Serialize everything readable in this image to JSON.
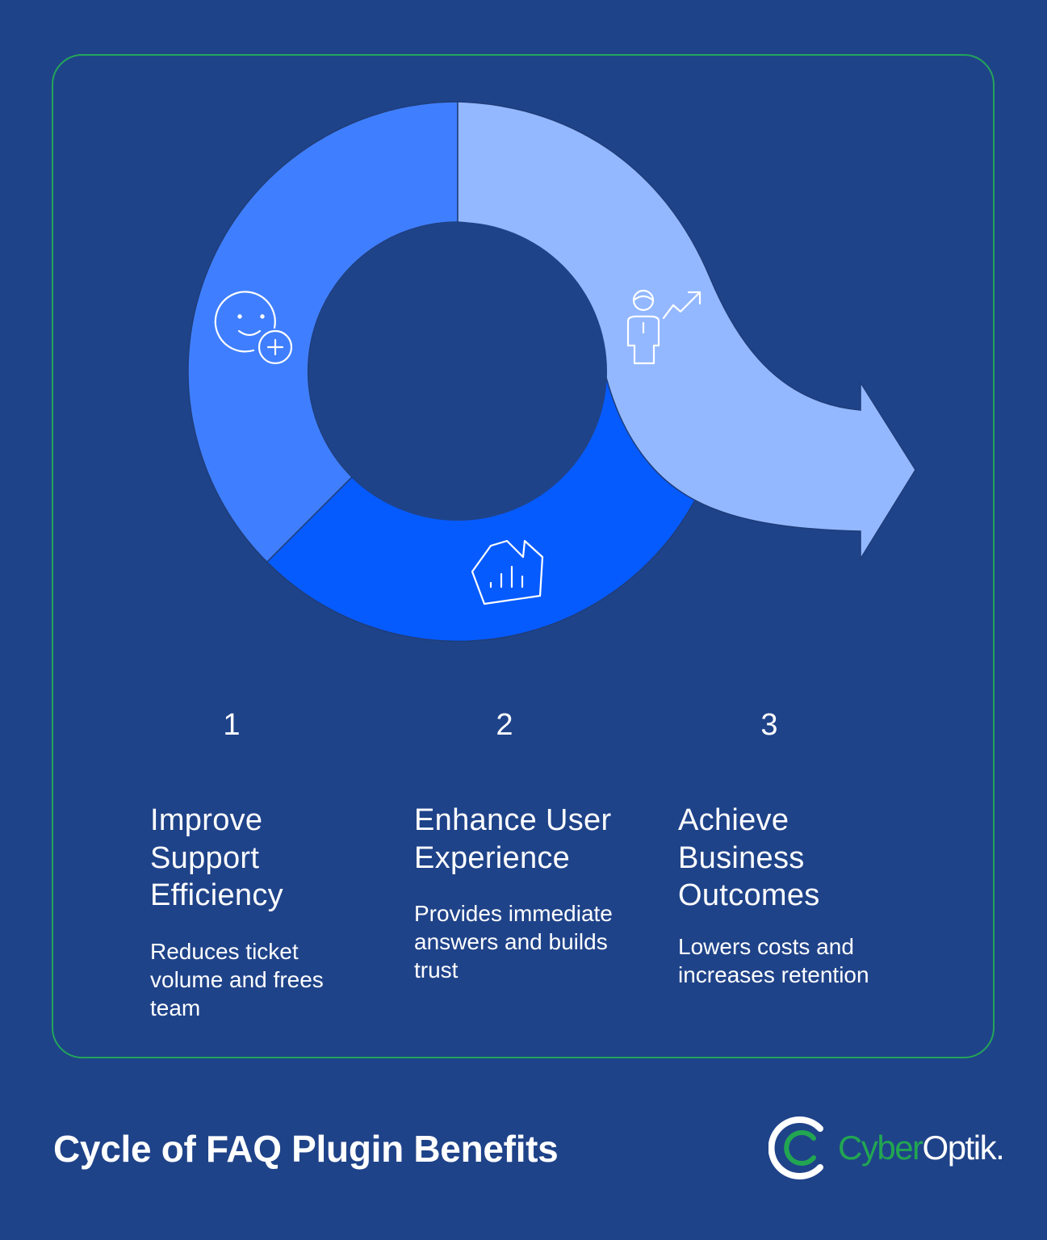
{
  "diagram": {
    "type": "cycle",
    "segments": [
      {
        "icon": "smiley-plus-icon",
        "color": "#3f7fff"
      },
      {
        "icon": "chart-shield-icon",
        "color": "#065bff"
      },
      {
        "icon": "person-growth-icon",
        "color": "#93b8ff"
      }
    ]
  },
  "steps": [
    {
      "number": "1",
      "title_lines": [
        "Improve",
        "Support",
        "Efficiency"
      ],
      "desc_lines": [
        "Reduces ticket",
        "volume and frees",
        "team"
      ]
    },
    {
      "number": "2",
      "title_lines": [
        "Enhance User",
        "Experience"
      ],
      "desc_lines": [
        "Provides immediate",
        "answers and builds",
        "trust"
      ]
    },
    {
      "number": "3",
      "title_lines": [
        "Achieve",
        "Business",
        "Outcomes"
      ],
      "desc_lines": [
        "Lowers costs and",
        "increases retention"
      ]
    }
  ],
  "page_title": "Cycle of FAQ Plugin Benefits",
  "brand": {
    "part1": "Cyber",
    "part2": "Optik",
    "suffix": "."
  },
  "colors": {
    "background": "#1f4389",
    "panel_border": "#23a55a",
    "brand_green": "#22a651"
  }
}
